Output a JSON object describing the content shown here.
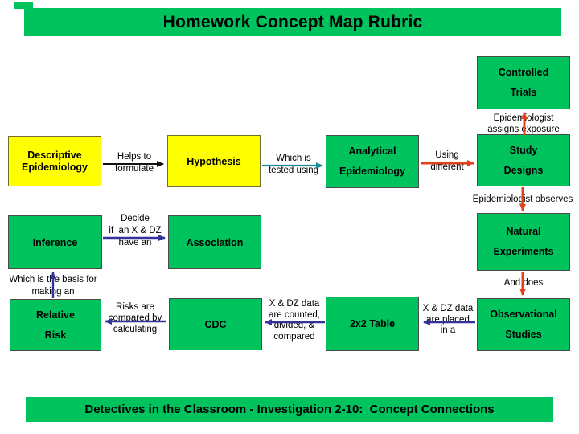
{
  "slide": {
    "title": "Homework Concept Map Rubric",
    "footer": "Detectives in the Classroom - Investigation 2-10:  Concept Connections"
  },
  "colors": {
    "box_green": "#00c35e",
    "box_yellow": "#ffff00",
    "arrow_black": "#111111",
    "arrow_teal": "#1b8a96",
    "arrow_red": "#e2421b",
    "arrow_blue": "#333399"
  },
  "nodes": {
    "controlled_trials": {
      "label": "Controlled\nTrials"
    },
    "descriptive_epidemiology": {
      "label": "Descriptive\nEpidemiology"
    },
    "hypothesis": {
      "label": "Hypothesis"
    },
    "analytical_epidemiology": {
      "label": "Analytical\nEpidemiology"
    },
    "study_designs": {
      "label": "Study\nDesigns"
    },
    "inference": {
      "label": "Inference"
    },
    "association": {
      "label": "Association"
    },
    "natural_experiments": {
      "label": "Natural\nExperiments"
    },
    "relative_risk": {
      "label": "Relative\nRisk"
    },
    "cdc": {
      "label": "CDC"
    },
    "two_by_two_table": {
      "label": "2x2 Table"
    },
    "observational_studies": {
      "label": "Observational\nStudies"
    }
  },
  "edge_labels": {
    "helps_to_formulate": "Helps to\nformulate",
    "which_is_tested_using": "Which is\ntested using",
    "using_different": "Using\ndifferent",
    "epidemiologist_assigns_exposure": "Epidemiologist\nassigns exposure",
    "epidemiologist_observes": "Epidemiologist observes",
    "and_does": "And does",
    "decide_if_have_an": "Decide\nif  an X & DZ\nhave an",
    "which_is_the_basis": "Which is the basis for\nmaking an",
    "risks_are_compared": "Risks are\ncompared by\ncalculating",
    "counted_divided_compared": "X & DZ data\nare counted,\ndivided, &\ncompared",
    "placed_in_a": "X & DZ data\nare placed\nin a"
  }
}
